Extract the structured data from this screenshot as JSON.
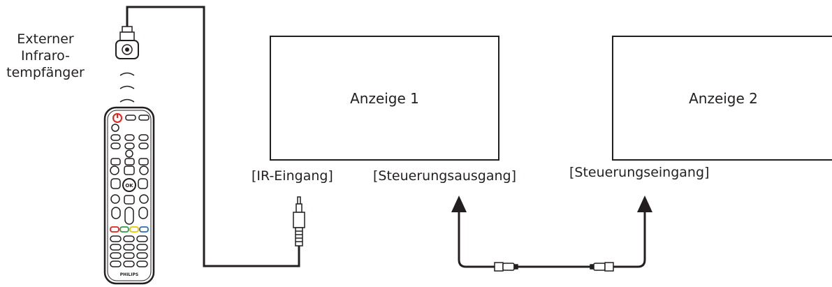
{
  "sensor": {
    "label_lines": [
      "Externer",
      "Infraro-",
      "tempfänger"
    ]
  },
  "remote": {
    "brand": "PHILIPS",
    "ok_label": "OK"
  },
  "displays": [
    {
      "label": "Anzeige 1"
    },
    {
      "label": "Anzeige 2"
    }
  ],
  "ports": {
    "ir_in": "[IR-Eingang]",
    "control_out": "[Steuerungsausgang]",
    "control_in": "[Steuerungseingang]"
  },
  "colors": {
    "line": "#231f20",
    "background": "#ffffff"
  },
  "icons": [
    "ir-sensor-icon",
    "ir-signal-icon",
    "remote-control-icon",
    "audio-jack-icon",
    "arrow-up-icon",
    "cable-connector-icon"
  ]
}
